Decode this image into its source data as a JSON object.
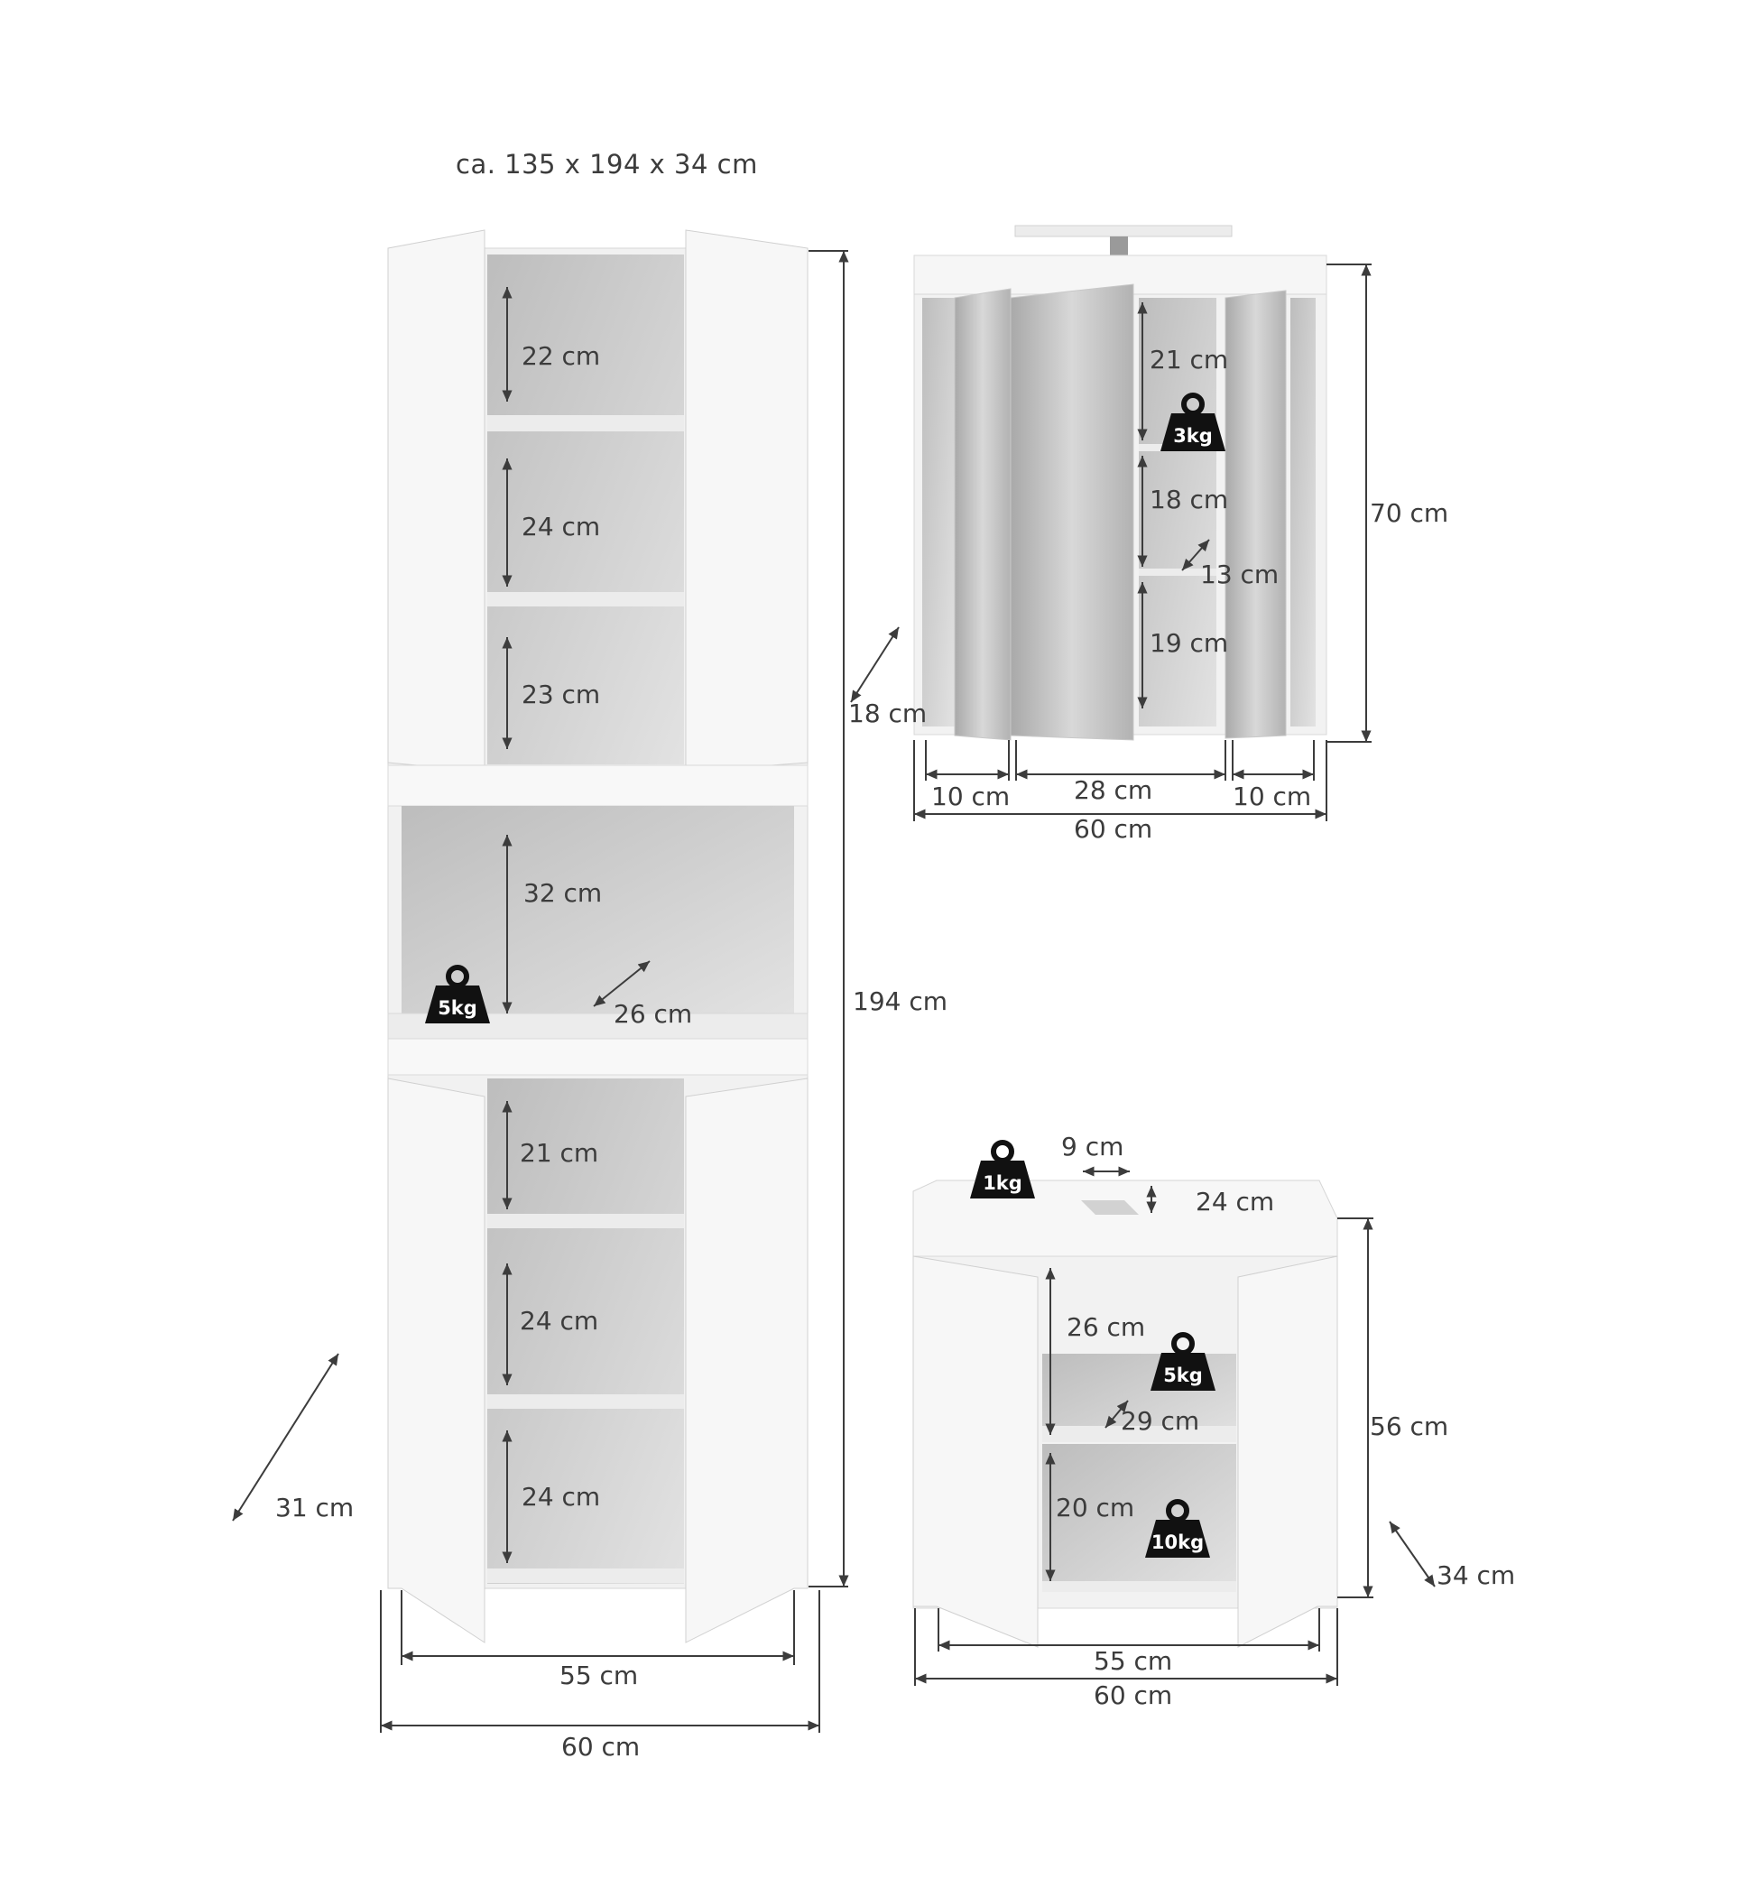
{
  "overall_size": "ca. 135 x 194 x 34 cm",
  "tall_cabinet": {
    "total_height": "194 cm",
    "depth": "31 cm",
    "width_outer": "60 cm",
    "width_inner": "55 cm",
    "top_compartments": [
      "22 cm",
      "24 cm",
      "23 cm"
    ],
    "open_shelf_height": "32 cm",
    "open_shelf_depth": "26 cm",
    "open_shelf_load": "5kg",
    "bottom_compartments": [
      "21 cm",
      "24 cm",
      "24 cm"
    ]
  },
  "mirror_cabinet": {
    "height": "70 cm",
    "depth": "18 cm",
    "inner_depth": "13 cm",
    "width_total": "60 cm",
    "width_left": "10 cm",
    "width_center": "28 cm",
    "width_right": "10 cm",
    "compartments": [
      "21 cm",
      "18 cm",
      "19 cm"
    ],
    "load": "3kg"
  },
  "vanity_unit": {
    "height": "56 cm",
    "depth": "34 cm",
    "width_outer": "60 cm",
    "width_inner": "55 cm",
    "cutout_width": "9 cm",
    "cutout_depth": "24 cm",
    "top_load": "1kg",
    "upper_height": "26 cm",
    "shelf_depth": "29 cm",
    "shelf_load": "5kg",
    "lower_height": "20 cm",
    "bottom_load": "10kg"
  },
  "colors": {
    "line": "#3c3c3c",
    "panel": "#f4f4f4",
    "interior": "#c9c9c9",
    "weight_badge": "#111111"
  }
}
